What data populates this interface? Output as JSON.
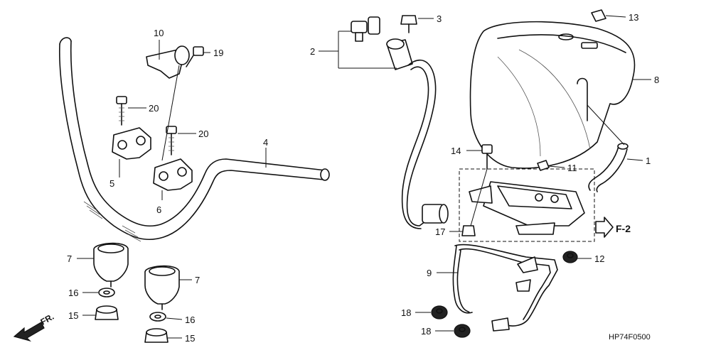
{
  "callouts": {
    "c1": "1",
    "c2": "2",
    "c3": "3",
    "c4": "4",
    "c5": "5",
    "c6": "6",
    "c7a": "7",
    "c7b": "7",
    "c8": "8",
    "c9": "9",
    "c10": "10",
    "c11": "11",
    "c12": "12",
    "c13": "13",
    "c14": "14",
    "c15a": "15",
    "c15b": "15",
    "c16a": "16",
    "c16b": "16",
    "c17": "17",
    "c18a": "18",
    "c18b": "18",
    "c19": "19",
    "c20a": "20",
    "c20b": "20"
  },
  "labels": {
    "front": "FR.",
    "ref": "F-2",
    "code": "HP74F0500"
  }
}
